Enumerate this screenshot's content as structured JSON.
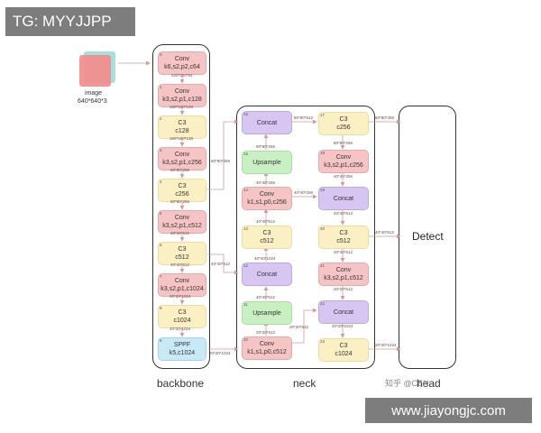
{
  "watermark_top": "TG: MYYJJPP",
  "watermark_bottom": "www.jiayongjc.com",
  "image_label": "image",
  "image_size": "640*640*3",
  "section_labels": {
    "backbone": "backbone",
    "neck": "neck",
    "head": "head"
  },
  "detect_label": "Detect",
  "zhihu_mark": "知乎 @CEN",
  "backbone": [
    {
      "idx": "0",
      "l1": "Conv",
      "l2": "k6,s2,p2,c64",
      "dim": "320*320*64"
    },
    {
      "idx": "1",
      "l1": "Conv",
      "l2": "k3,s2,p1,c128",
      "dim": "160*160*128"
    },
    {
      "idx": "2",
      "l1": "C3",
      "l2": "c128",
      "dim": "160*160*128"
    },
    {
      "idx": "3",
      "l1": "Conv",
      "l2": "k3,s2,p1,c256",
      "dim": "80*80*256"
    },
    {
      "idx": "4",
      "l1": "C3",
      "l2": "c256",
      "dim": "80*80*256"
    },
    {
      "idx": "5",
      "l1": "Conv",
      "l2": "k3,s2,p1,c512",
      "dim": "40*40*512"
    },
    {
      "idx": "6",
      "l1": "C3",
      "l2": "c512",
      "dim": "40*40*512"
    },
    {
      "idx": "7",
      "l1": "Conv",
      "l2": "k3,s2,p1,c1024",
      "dim": "20*20*1024"
    },
    {
      "idx": "8",
      "l1": "C3",
      "l2": "c1024",
      "dim": "20*20*1024"
    },
    {
      "idx": "9",
      "l1": "SPPF",
      "l2": "k5,c1024",
      "dim": ""
    }
  ],
  "neck_left": [
    {
      "idx": "16",
      "l1": "Concat",
      "l2": "",
      "dim": ""
    },
    {
      "idx": "15",
      "l1": "Upsample",
      "l2": "",
      "dim": "80*80*256"
    },
    {
      "idx": "14",
      "l1": "Conv",
      "l2": "k1,s1,p0,c256",
      "dim": "40*40*256"
    },
    {
      "idx": "13",
      "l1": "C3",
      "l2": "c512",
      "dim": "40*40*512"
    },
    {
      "idx": "12",
      "l1": "Concat",
      "l2": "",
      "dim": "40*40*1024"
    },
    {
      "idx": "11",
      "l1": "Upsample",
      "l2": "",
      "dim": "40*40*512"
    },
    {
      "idx": "10",
      "l1": "Conv",
      "l2": "k1,s1,p0,c512",
      "dim": "20*20*512"
    }
  ],
  "neck_right": [
    {
      "idx": "17",
      "l1": "C3",
      "l2": "c256",
      "dim": "80*80*256"
    },
    {
      "idx": "18",
      "l1": "Conv",
      "l2": "k3,s2,p1,c256",
      "dim": "40*40*256"
    },
    {
      "idx": "19",
      "l1": "Concat",
      "l2": "",
      "dim": "40*40*512"
    },
    {
      "idx": "20",
      "l1": "C3",
      "l2": "c512",
      "dim": "40*40*512"
    },
    {
      "idx": "21",
      "l1": "Conv",
      "l2": "k3,s2,p1,c512",
      "dim": "20*20*512"
    },
    {
      "idx": "22",
      "l1": "Concat",
      "l2": "",
      "dim": "20*20*1024"
    },
    {
      "idx": "23",
      "l1": "C3",
      "l2": "c1024",
      "dim": ""
    }
  ],
  "edge_labels": {
    "bb4_to_neck": "80*80*256",
    "bb6_to_neck": "40*40*512",
    "bb9_to_neck": "20*20*1024",
    "n16_to_n17": "80*80*512",
    "n14_to_n19": "40*40*256",
    "n10_to_n22": "20*20*512",
    "out_17": "80*80*256",
    "out_20": "40*40*512",
    "out_23": "20*20*1024"
  }
}
